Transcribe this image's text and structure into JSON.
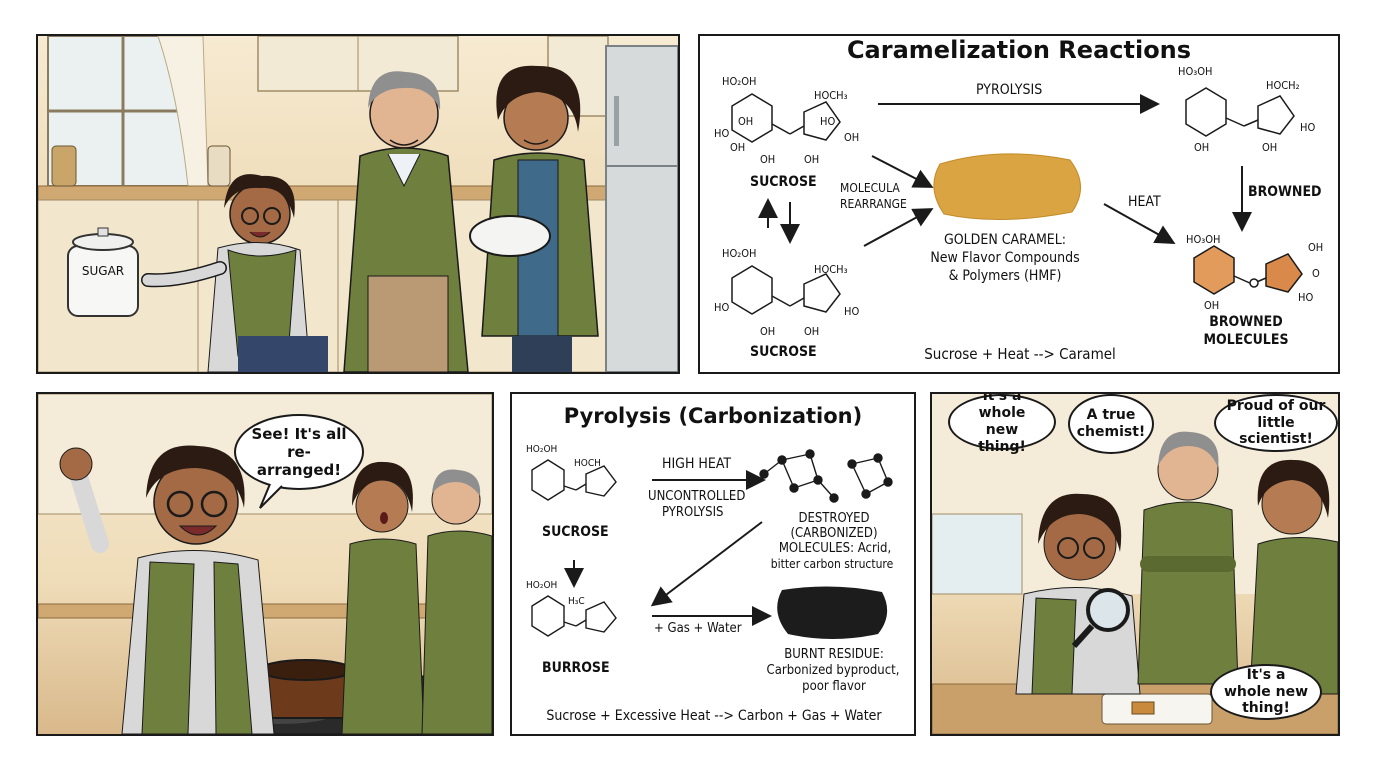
{
  "panel1": {
    "jar_label": "SUGAR"
  },
  "panel2": {
    "title": "Caramelization Reactions",
    "pyrolysis_label": "PYROLYSIS",
    "sucrose_top": "SUCROSE",
    "sucrose_bottom": "SUCROSE",
    "rearrange_label_1": "MOLECULA",
    "rearrange_label_2": "REARRANGE",
    "heat_label": "HEAT",
    "browned_label": "BROWNED",
    "caramel_1": "GOLDEN CARAMEL:",
    "caramel_2": "New Flavor Compounds",
    "caramel_3": "& Polymers (HMF)",
    "browned_molecules_1": "BROWNED",
    "browned_molecules_2": "MOLECULES",
    "equation": "Sucrose + Heat --> Caramel",
    "atoms": {
      "hooh": "HO₂OH",
      "hoch": "HOCH₃",
      "oh": "OH",
      "ho": "HO",
      "o": "O",
      "ho3oh": "HO₃OH",
      "hoch2": "HOCH₂"
    }
  },
  "panel3": {
    "bubble": "See! It's all re-arranged!"
  },
  "panel4": {
    "title": "Pyrolysis (Carbonization)",
    "high_heat": "HIGH HEAT",
    "uncontrolled_1": "UNCONTROLLED",
    "uncontrolled_2": "PYROLYSIS",
    "sucrose": "SUCROSE",
    "burrose": "BURROSE",
    "gas_water": "+ Gas + Water",
    "destroyed_1": "DESTROYED",
    "destroyed_2": "(CARBONIZED)",
    "destroyed_3": "MOLECULES: Acrid,",
    "destroyed_4": "bitter carbon structure",
    "burnt_1": "BURNT RESIDUE:",
    "burnt_2": "Carbonized byproduct,",
    "burnt_3": "poor flavor",
    "equation": "Sucrose + Excessive Heat --> Carbon + Gas + Water",
    "atoms": {
      "hooh": "HO₂OH",
      "hoch": "HOCH",
      "h3c": "H₃C"
    }
  },
  "panel5": {
    "bubble_left": "It's a whole new thing!",
    "bubble_mid": "A true chemist!",
    "bubble_right": "Proud of our little scientist!",
    "bubble_bottom": "It's a whole new thing!"
  },
  "colors": {
    "ink": "#1a1a1a",
    "cardigan": "#6f7f3e",
    "caramel": "#d9a441",
    "burnt": "#1c1c1c",
    "browned": "#d98a4a"
  }
}
